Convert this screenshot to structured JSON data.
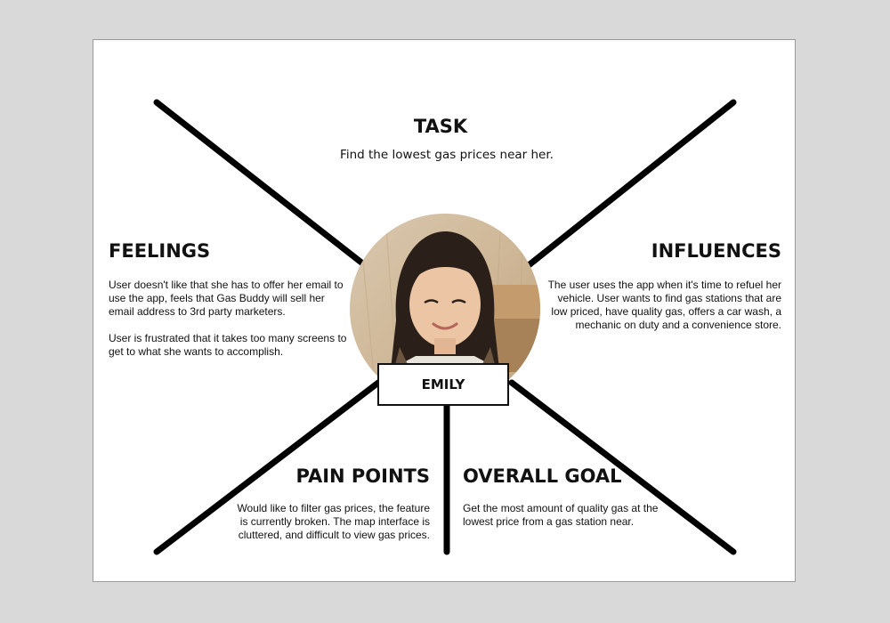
{
  "persona_name": "EMILY",
  "sections": {
    "task": {
      "heading": "TASK",
      "text": "Find the lowest gas prices near her."
    },
    "feelings": {
      "heading": "FEELINGS",
      "paragraphs": [
        "User doesn't like that she has to offer her email to use the app, feels that Gas Buddy will sell her email address to 3rd party marketers.",
        "User is frustrated that it takes too many screens to get to what she wants to accomplish."
      ]
    },
    "influences": {
      "heading": "INFLUENCES",
      "text": "The user uses the app when it's time to refuel her vehicle. User wants to find gas stations that are low priced, have quality gas, offers a car wash, a mechanic on duty and a convenience store."
    },
    "pain_points": {
      "heading": "PAIN POINTS",
      "text": "Would like to filter gas prices, the feature is currently broken. The map interface is cluttered, and difficult to view gas prices."
    },
    "overall_goal": {
      "heading": "OVERALL GOAL",
      "text": "Get the most amount of quality gas at the lowest price from a gas station near."
    }
  },
  "colors": {
    "page_background": "#d9d9d9",
    "card_background": "#ffffff",
    "line_color": "#000000"
  }
}
